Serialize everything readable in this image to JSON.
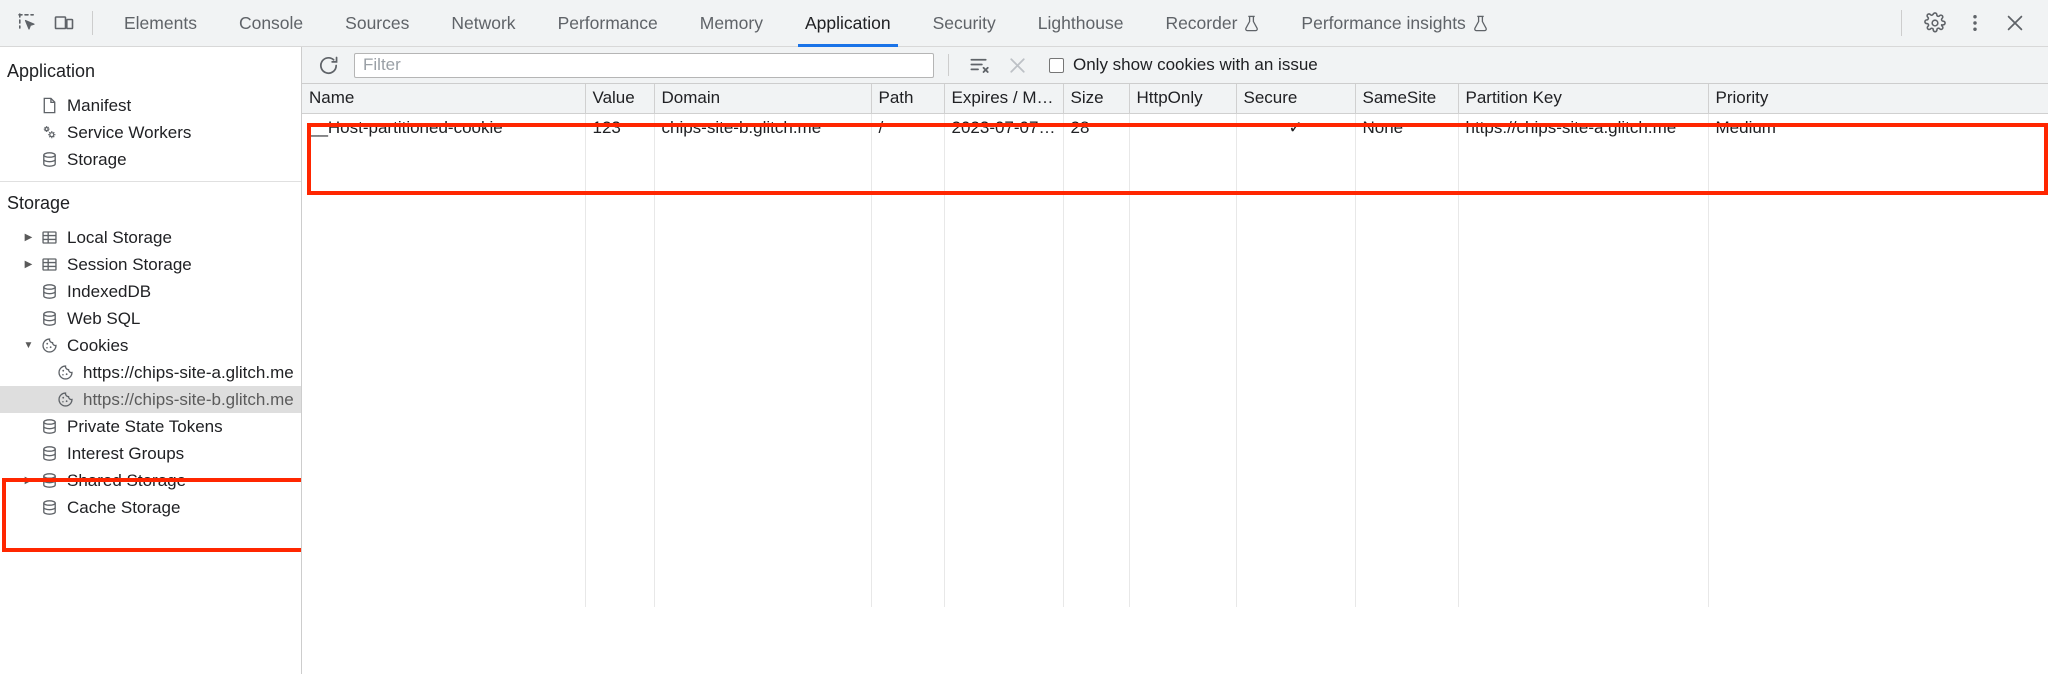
{
  "toolbar": {
    "inspect_icon": "inspect-element-icon",
    "device_icon": "device-toolbar-icon",
    "tabs": [
      {
        "label": "Elements",
        "selected": false,
        "experimental": false
      },
      {
        "label": "Console",
        "selected": false,
        "experimental": false
      },
      {
        "label": "Sources",
        "selected": false,
        "experimental": false
      },
      {
        "label": "Network",
        "selected": false,
        "experimental": false
      },
      {
        "label": "Performance",
        "selected": false,
        "experimental": false
      },
      {
        "label": "Memory",
        "selected": false,
        "experimental": false
      },
      {
        "label": "Application",
        "selected": true,
        "experimental": false
      },
      {
        "label": "Security",
        "selected": false,
        "experimental": false
      },
      {
        "label": "Lighthouse",
        "selected": false,
        "experimental": false
      },
      {
        "label": "Recorder",
        "selected": false,
        "experimental": true
      },
      {
        "label": "Performance insights",
        "selected": false,
        "experimental": true
      }
    ],
    "settings_icon": "gear-icon",
    "more_icon": "kebab-menu-icon",
    "close_icon": "close-icon",
    "accent_color": "#1a73e8"
  },
  "sidebar": {
    "application_section": {
      "title": "Application",
      "items": [
        {
          "label": "Manifest",
          "icon": "document-icon",
          "twisty": false,
          "selected": false
        },
        {
          "label": "Service Workers",
          "icon": "gears-icon",
          "twisty": false,
          "selected": false
        },
        {
          "label": "Storage",
          "icon": "database-icon",
          "twisty": false,
          "selected": false
        }
      ]
    },
    "storage_section": {
      "title": "Storage",
      "items": [
        {
          "label": "Local Storage",
          "icon": "table-icon",
          "twisty": "collapsed",
          "indent": 0,
          "selected": false
        },
        {
          "label": "Session Storage",
          "icon": "table-icon",
          "twisty": "collapsed",
          "indent": 0,
          "selected": false
        },
        {
          "label": "IndexedDB",
          "icon": "database-icon",
          "twisty": false,
          "indent": 0,
          "selected": false
        },
        {
          "label": "Web SQL",
          "icon": "database-icon",
          "twisty": false,
          "indent": 0,
          "selected": false
        },
        {
          "label": "Cookies",
          "icon": "cookie-icon",
          "twisty": "expanded",
          "indent": 0,
          "selected": false
        },
        {
          "label": "https://chips-site-a.glitch.me",
          "icon": "cookie-icon",
          "twisty": false,
          "indent": 1,
          "selected": false
        },
        {
          "label": "https://chips-site-b.glitch.me",
          "icon": "cookie-icon",
          "twisty": false,
          "indent": 1,
          "selected": true
        },
        {
          "label": "Private State Tokens",
          "icon": "database-icon",
          "twisty": false,
          "indent": 0,
          "selected": false
        },
        {
          "label": "Interest Groups",
          "icon": "database-icon",
          "twisty": false,
          "indent": 0,
          "selected": false
        },
        {
          "label": "Shared Storage",
          "icon": "database-icon",
          "twisty": "collapsed",
          "indent": 0,
          "selected": false
        },
        {
          "label": "Cache Storage",
          "icon": "database-icon",
          "twisty": false,
          "indent": 0,
          "selected": false
        }
      ]
    },
    "highlight_color": "#ff2600"
  },
  "filter_bar": {
    "refresh_icon": "refresh-icon",
    "filter_placeholder": "Filter",
    "filter_value": "",
    "clear_filtered_icon": "clear-filtered-cookies-icon",
    "clear_all_icon": "clear-all-icon",
    "only_issues_label": "Only show cookies with an issue",
    "only_issues_checked": false
  },
  "table": {
    "columns": [
      "Name",
      "Value",
      "Domain",
      "Path",
      "Expires / M…",
      "Size",
      "HttpOnly",
      "Secure",
      "SameSite",
      "Partition Key",
      "Priority"
    ],
    "rows": [
      {
        "Name": "__Host-partitioned-cookie",
        "Value": "123",
        "Domain": "chips-site-b.glitch.me",
        "Path": "/",
        "Expires / M…": "2023-07-07…",
        "Size": "28",
        "HttpOnly": "",
        "Secure": "✓",
        "SameSite": "None",
        "Partition Key": "https://chips-site-a.glitch.me",
        "Priority": "Medium"
      }
    ],
    "highlight_color": "#ff2600"
  }
}
